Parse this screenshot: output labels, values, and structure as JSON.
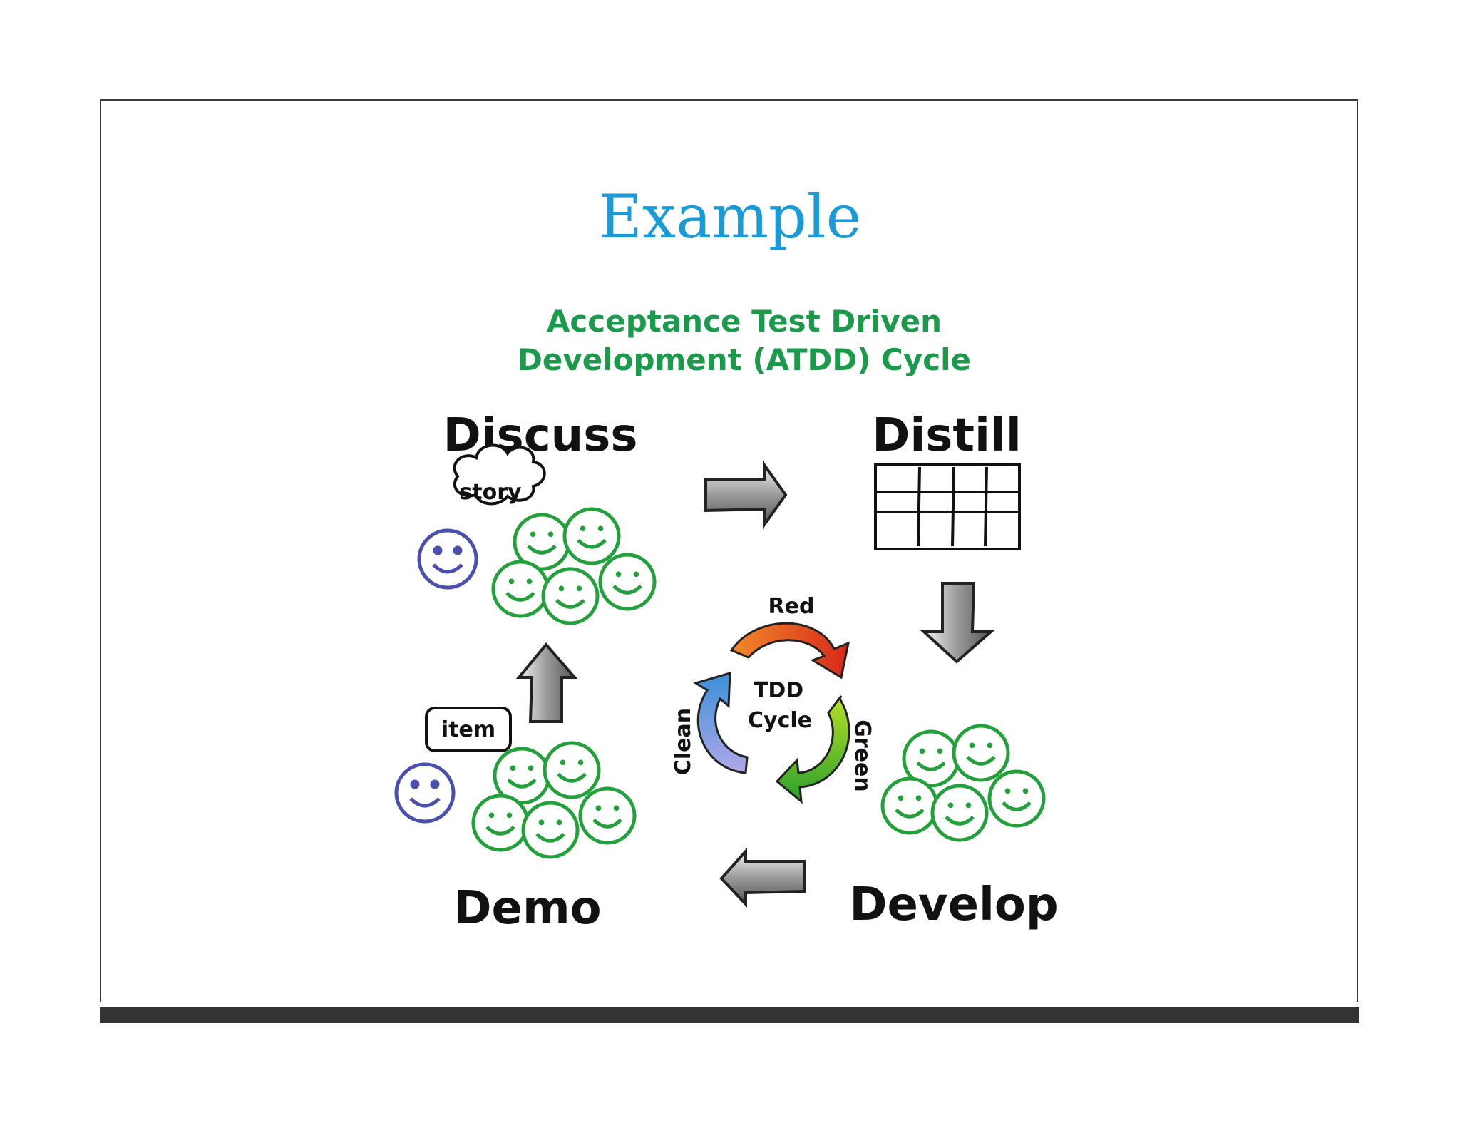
{
  "slide": {
    "title": "Example"
  },
  "diagram": {
    "subtitle_line1": "Acceptance Test Driven",
    "subtitle_line2": "Development (ATDD) Cycle",
    "stages": {
      "discuss": "Discuss",
      "distill": "Distill",
      "develop": "Develop",
      "demo": "Demo"
    },
    "story_label": "story",
    "item_label": "item",
    "tdd": {
      "line1": "TDD",
      "line2": "Cycle",
      "red": "Red",
      "green": "Green",
      "clean": "Clean"
    },
    "colors": {
      "title": "#1a9ad6",
      "subtitle": "#1a9a4a",
      "team_face": "#22a03a",
      "customer_face": "#4a4fb0",
      "red_arrow": "#e8501a",
      "green_arrow": "#5ab82a",
      "clean_arrow": "#5a8ad8"
    }
  }
}
